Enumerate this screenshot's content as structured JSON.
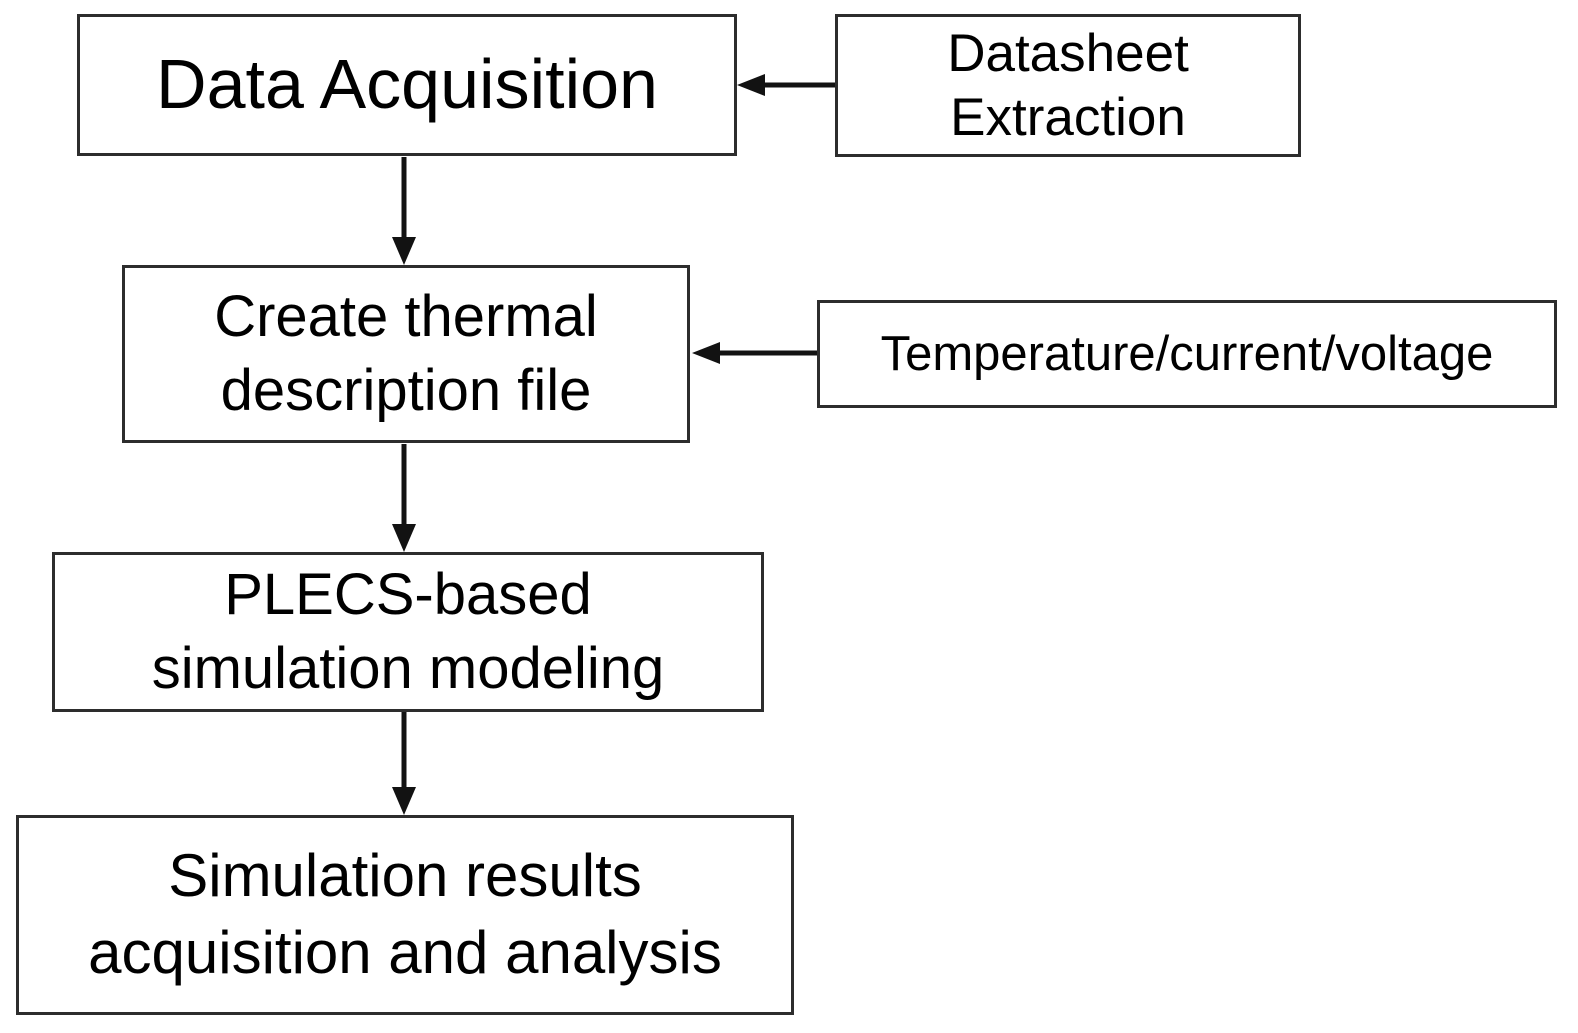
{
  "diagram": {
    "nodes": [
      {
        "id": "data-acquisition",
        "label": "Data Acquisition"
      },
      {
        "id": "datasheet-extraction",
        "label": "Datasheet\nExtraction"
      },
      {
        "id": "create-thermal-file",
        "label": "Create thermal\ndescription file"
      },
      {
        "id": "temperature-current-voltage",
        "label": "Temperature/current/voltage"
      },
      {
        "id": "plecs-simulation",
        "label": "PLECS-based\nsimulation modeling"
      },
      {
        "id": "simulation-results",
        "label": "Simulation results\nacquisition and analysis"
      }
    ],
    "edges": [
      {
        "from": "datasheet-extraction",
        "to": "data-acquisition",
        "direction": "left"
      },
      {
        "from": "data-acquisition",
        "to": "create-thermal-file",
        "direction": "down"
      },
      {
        "from": "temperature-current-voltage",
        "to": "create-thermal-file",
        "direction": "left"
      },
      {
        "from": "create-thermal-file",
        "to": "plecs-simulation",
        "direction": "down"
      },
      {
        "from": "plecs-simulation",
        "to": "simulation-results",
        "direction": "down"
      }
    ],
    "colors": {
      "background": "#ffffff",
      "box_border": "#2d2d2d",
      "text": "#000000",
      "arrow": "#121212"
    }
  }
}
